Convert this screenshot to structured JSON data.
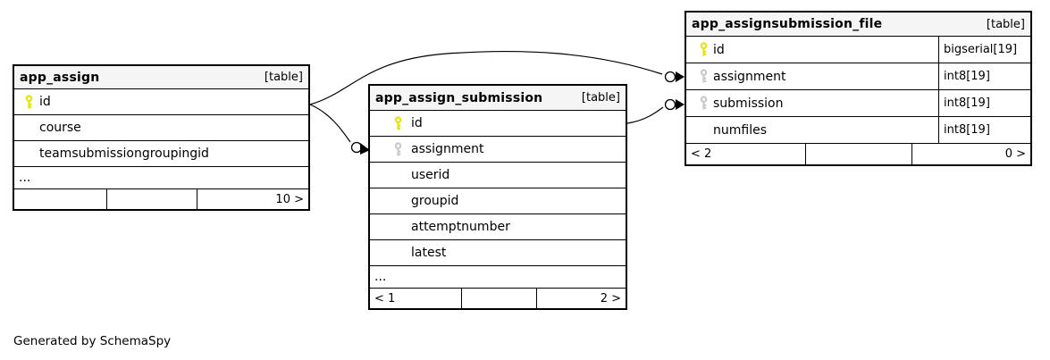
{
  "caption": "Generated by SchemaSpy",
  "colors": {
    "background": "#ffffff",
    "border": "#000000",
    "header_bg": "#f5f5f5",
    "primary_key": "#e4e400",
    "foreign_key": "#c9c9c9",
    "relationship_line": "#000000"
  },
  "icons": {
    "primary_key": "primary-key-icon",
    "foreign_key": "foreign-key-icon"
  },
  "tables": [
    {
      "name": "app_assign",
      "badge": "[table]",
      "columns": [
        {
          "name": "id",
          "key": "pk"
        },
        {
          "name": "course",
          "key": ""
        },
        {
          "name": "teamsubmissiongroupingid",
          "key": ""
        },
        {
          "name": "...",
          "key": ""
        }
      ],
      "footer": {
        "left": "",
        "center": "",
        "right": "10 >"
      }
    },
    {
      "name": "app_assign_submission",
      "badge": "[table]",
      "columns": [
        {
          "name": "id",
          "key": "pk"
        },
        {
          "name": "assignment",
          "key": "fk"
        },
        {
          "name": "userid",
          "key": ""
        },
        {
          "name": "groupid",
          "key": ""
        },
        {
          "name": "attemptnumber",
          "key": ""
        },
        {
          "name": "latest",
          "key": ""
        },
        {
          "name": "...",
          "key": ""
        }
      ],
      "footer": {
        "left": "< 1",
        "center": "",
        "right": "2 >"
      }
    },
    {
      "name": "app_assignsubmission_file",
      "badge": "[table]",
      "columns": [
        {
          "name": "id",
          "key": "pk",
          "type": "bigserial[19]"
        },
        {
          "name": "assignment",
          "key": "fk",
          "type": "int8[19]"
        },
        {
          "name": "submission",
          "key": "fk",
          "type": "int8[19]"
        },
        {
          "name": "numfiles",
          "key": "",
          "type": "int8[19]"
        }
      ],
      "footer": {
        "left": "< 2",
        "center": "",
        "right": "0 >"
      }
    }
  ],
  "relationships": [
    {
      "from": "app_assign.id",
      "to": "app_assign_submission.assignment"
    },
    {
      "from": "app_assign.id",
      "to": "app_assignsubmission_file.assignment"
    },
    {
      "from": "app_assign_submission.id",
      "to": "app_assignsubmission_file.submission"
    }
  ]
}
